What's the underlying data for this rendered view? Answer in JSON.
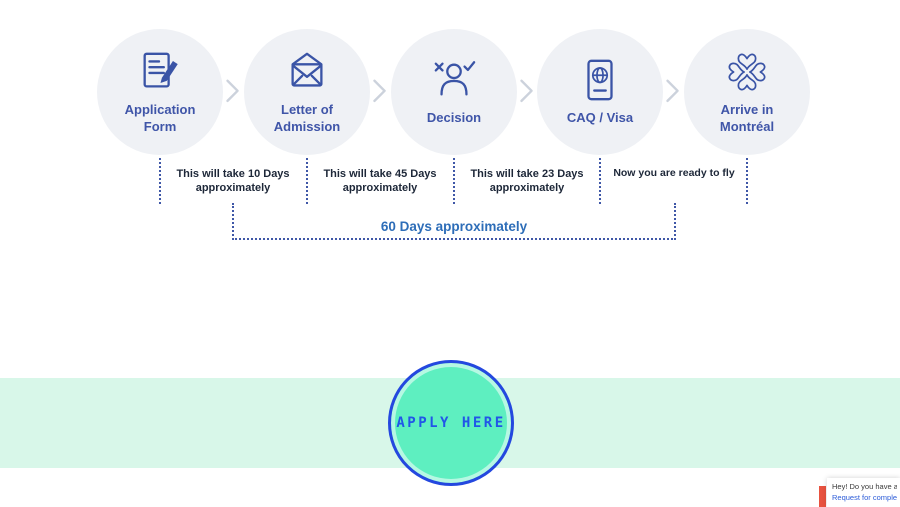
{
  "process": {
    "steps": [
      {
        "label": "Application Form",
        "icon": "document-pencil-icon"
      },
      {
        "label": "Letter of Admission",
        "icon": "envelope-icon"
      },
      {
        "label": "Decision",
        "icon": "person-decision-icon"
      },
      {
        "label": "CAQ / Visa",
        "icon": "passport-icon"
      },
      {
        "label": "Arrive in Montréal",
        "icon": "montreal-rosette-icon"
      }
    ],
    "durations": [
      {
        "text": "This will take 10 Days approximately"
      },
      {
        "text": "This will take 45 Days approximately"
      },
      {
        "text": "This will take 23 Days approximately"
      },
      {
        "text": "Now you are ready to fly"
      }
    ],
    "total": "60 Days approximately"
  },
  "apply": {
    "label": "APPLY HERE"
  },
  "chat_widget": {
    "line1": "Hey! Do you have a",
    "line2": "Request for comple"
  },
  "colors": {
    "accent_blue": "#3a54a6",
    "label_blue": "#3f55a8",
    "total_blue": "#2d6db8",
    "dark_text": "#1d2738",
    "circle_bg": "#eff1f5",
    "chevron_gray": "#ccd2dc",
    "mint_band": "#d8f7e9",
    "apply_fill": "#5eefc0",
    "apply_border": "#2448df",
    "apply_text": "#2156e8",
    "chat_accent_red": "#e8523f"
  }
}
